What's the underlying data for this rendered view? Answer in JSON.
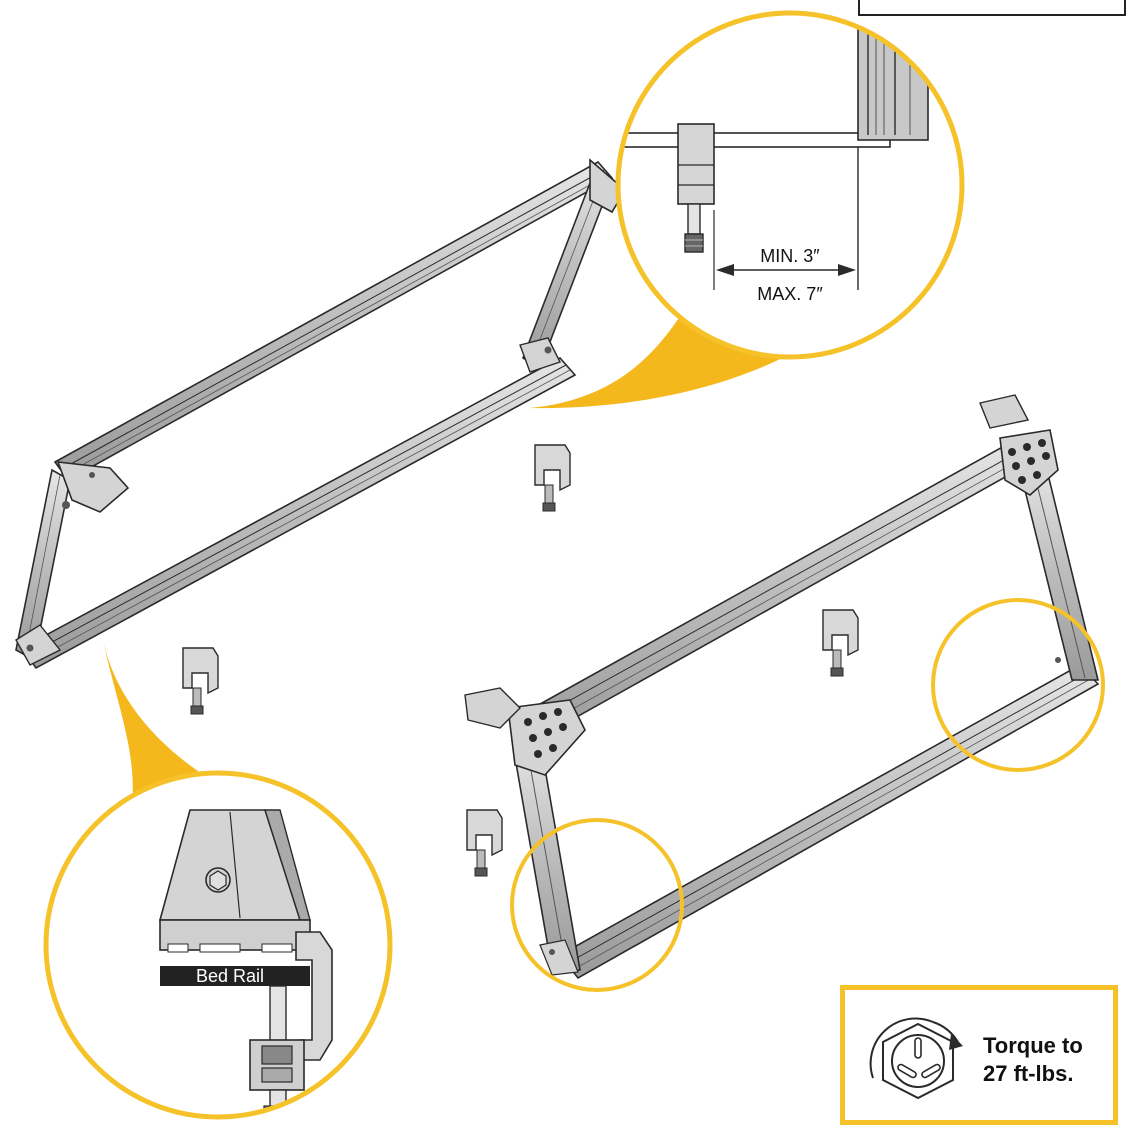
{
  "colors": {
    "accent": "#f5c22a",
    "metal": "#c9c9c9",
    "metal_dark": "#8a8a8a",
    "outline": "#2a2a2a",
    "label_bg": "#222222",
    "label_text": "#ffffff"
  },
  "callouts": {
    "min_label": "MIN. 3″",
    "max_label": "MAX. 7″",
    "bed_rail_label": "Bed Rail"
  },
  "torque": {
    "line1": "Torque to",
    "line2": "27 ft-lbs.",
    "icon": "torque-nut-icon"
  }
}
